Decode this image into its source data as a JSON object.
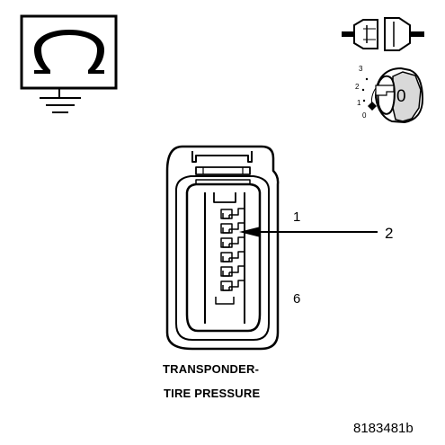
{
  "icons": {
    "ohmmeter": "ohmmeter-ground-icon",
    "disconnect": "disconnect-connector-icon",
    "ignition": "ignition-switch-off-icon"
  },
  "ignition": {
    "positions": [
      "3",
      "2",
      "1",
      "0"
    ],
    "key_label": "0"
  },
  "connector": {
    "pin_labels": [
      "1",
      "6"
    ],
    "callout_label": "2",
    "caption_line1": "TRANSPONDER-",
    "caption_line2": "TIRE PRESSURE"
  },
  "figure_id": "8183481b"
}
